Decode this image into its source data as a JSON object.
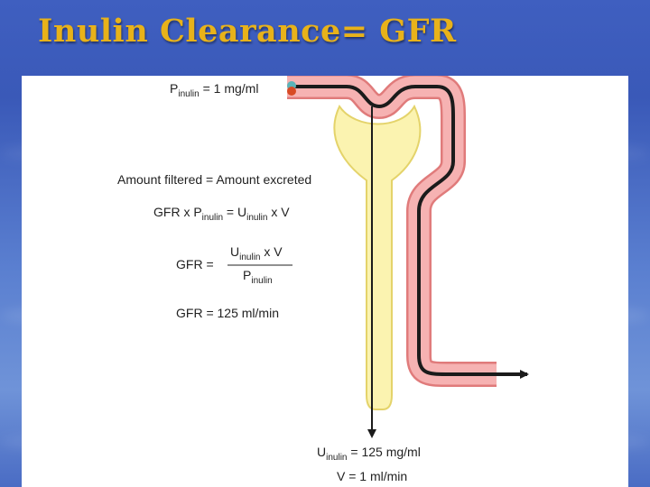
{
  "slide": {
    "title": "Inulin Clearance= GFR"
  },
  "diagram": {
    "plasma": {
      "symbol": "P",
      "sub": "inulin",
      "rest": " = 1 mg/ml"
    },
    "equation_1": "Amount filtered = Amount excreted",
    "equation_2": {
      "a": "GFR x P",
      "a_sub": "inulin",
      "b": " = U",
      "b_sub": "inulin",
      "c": " x V"
    },
    "equation_3": {
      "lhs": "GFR  =",
      "num": "U",
      "num_sub": "inulin",
      "num_rest": " x V",
      "den": "P",
      "den_sub": "inulin"
    },
    "equation_4": "GFR = 125 ml/min",
    "urine": {
      "symbol": "U",
      "sub": "inulin",
      "rest": " = 125 mg/ml"
    },
    "volume": "V = 1 ml/min",
    "colors": {
      "tubule_fill": "#f6b2b2",
      "tubule_edge": "#e07b7b",
      "capsule_fill": "#fbf3b0",
      "capsule_edge": "#e4d36a",
      "flow_line": "#1b1b1b",
      "marker_red": "#d84a24",
      "marker_teal": "#5bb3b8"
    }
  }
}
